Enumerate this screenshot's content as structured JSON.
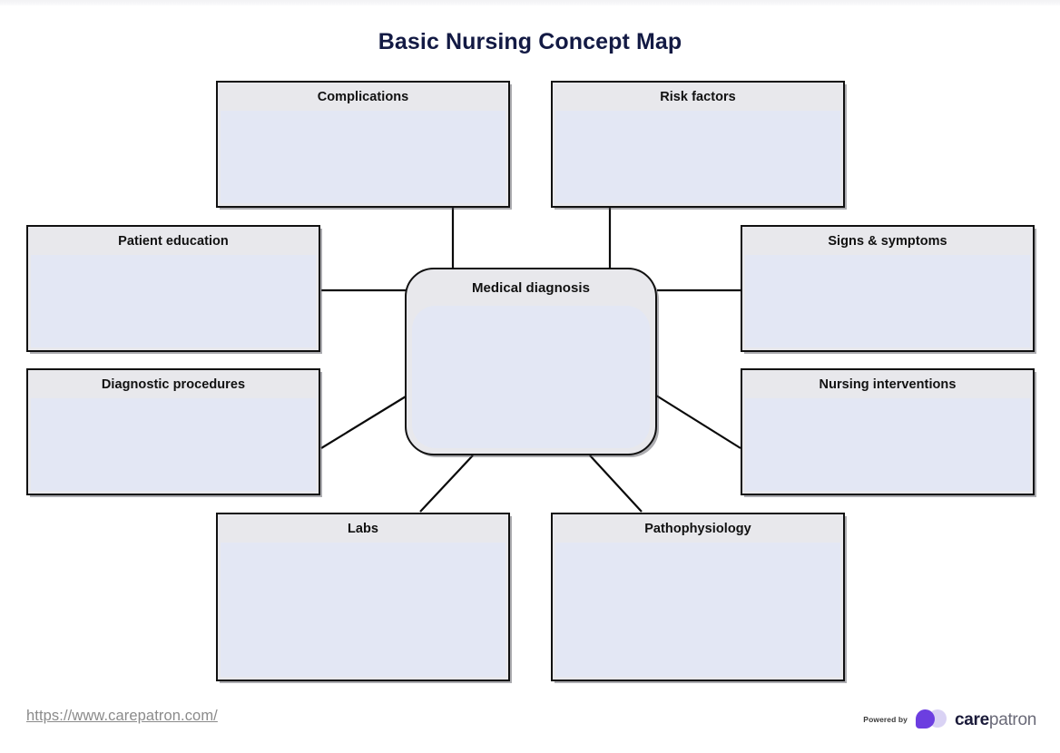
{
  "document": {
    "title": "Basic Nursing Concept Map"
  },
  "central_node": {
    "label": "Medical diagnosis",
    "body_text": ""
  },
  "nodes": [
    {
      "id": "complications",
      "label": "Complications",
      "body_text": ""
    },
    {
      "id": "risk-factors",
      "label": "Risk factors",
      "body_text": ""
    },
    {
      "id": "patient-education",
      "label": "Patient education",
      "body_text": ""
    },
    {
      "id": "signs-symptoms",
      "label": "Signs & symptoms",
      "body_text": ""
    },
    {
      "id": "diagnostic-procedures",
      "label": "Diagnostic procedures",
      "body_text": ""
    },
    {
      "id": "nursing-interventions",
      "label": "Nursing interventions",
      "body_text": ""
    },
    {
      "id": "labs",
      "label": "Labs",
      "body_text": ""
    },
    {
      "id": "pathophysiology",
      "label": "Pathophysiology",
      "body_text": ""
    }
  ],
  "footer": {
    "url": "https://www.carepatron.com/",
    "powered_by": "Powered by",
    "brand_bold": "care",
    "brand_light": "patron"
  },
  "colors": {
    "title": "#131a44",
    "node_border": "#111111",
    "node_header": "#e8e8ec",
    "node_body": "#e3e7f4",
    "connector": "#0a0a0a",
    "url": "#8b8b8b",
    "brand_purple_dark": "#6c3ee0",
    "brand_purple_light": "#d9d2f4",
    "brand_navy": "#1b1b3a"
  }
}
